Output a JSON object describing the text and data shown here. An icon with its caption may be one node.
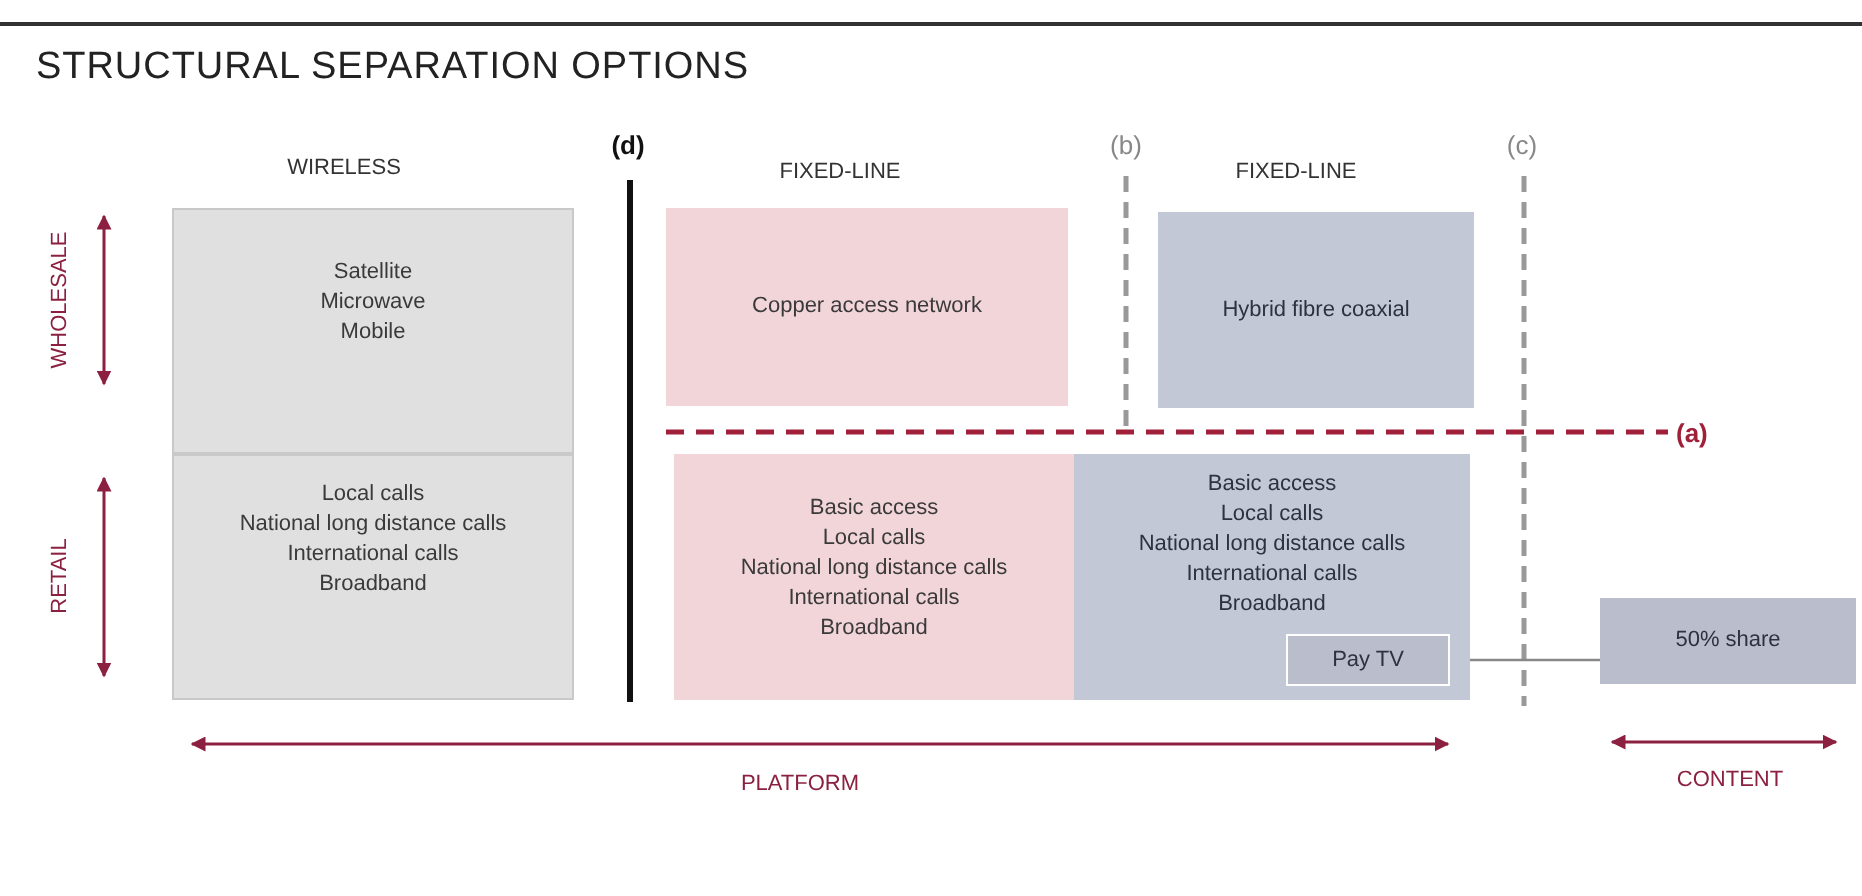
{
  "diagram": {
    "title": "STRUCTURAL SEPARATION OPTIONS",
    "nodes": [
      {
        "text": [
          "Satellite",
          "Microwave",
          "Mobile"
        ]
      },
      {
        "text": [
          "Local calls",
          "National long distance calls",
          "International calls",
          "Broadband"
        ]
      },
      {
        "text": [
          "Copper access network"
        ]
      },
      {
        "text": [
          "Hybrid fibre coaxial"
        ]
      },
      {
        "text": [
          "Basic access",
          "Local calls",
          "National long distance calls",
          "International calls",
          "Broadband"
        ]
      },
      {
        "text": [
          "Basic access",
          "Local calls",
          "National long distance calls",
          "International calls",
          "Broadband"
        ]
      },
      {
        "text": [
          "Pay TV"
        ],
        "in": 5
      },
      {
        "text": [
          "50% share"
        ]
      }
    ],
    "edges": [
      {
        "from": 6,
        "to": 7,
        "arrow": "none"
      }
    ],
    "labels": [
      "WIRELESS",
      "(d)",
      "FIXED-LINE",
      "(b)",
      "FIXED-LINE",
      "(c)",
      "WHOLESALE",
      "(a)",
      "RETAIL",
      "PLATFORM",
      "CONTENT"
    ]
  }
}
